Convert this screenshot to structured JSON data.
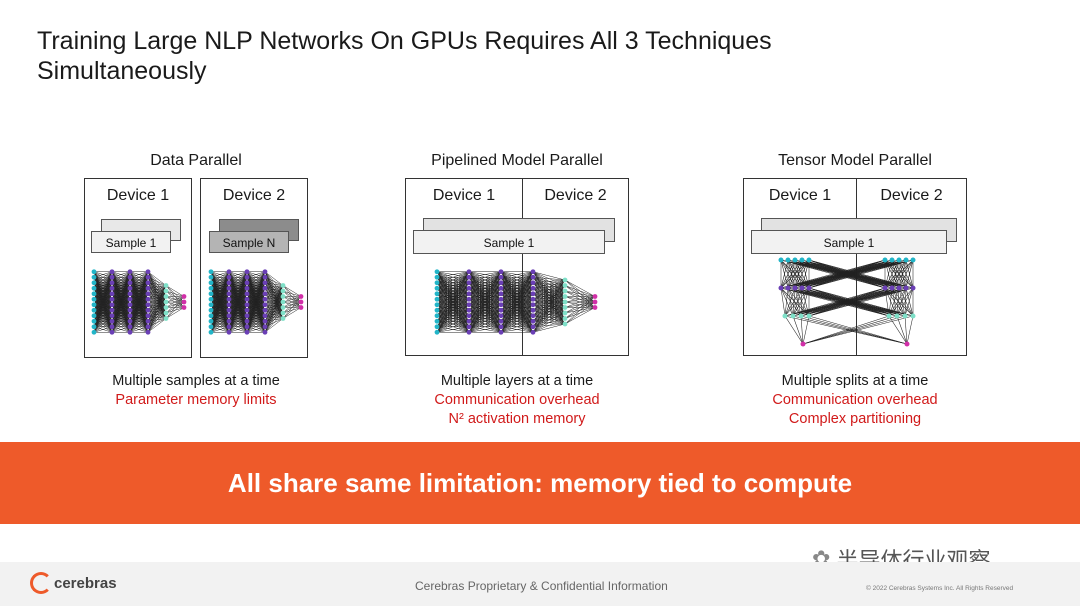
{
  "title": {
    "line1": "Training Large NLP Networks On GPUs Requires All 3 Techniques",
    "line2": "Simultaneously"
  },
  "panels": [
    {
      "title": "Data Parallel",
      "device_a": "Device 1",
      "device_b": "Device 2",
      "sample_a": "Sample 1",
      "sample_b": "Sample N",
      "caption": "Multiple samples at a time",
      "limits": [
        "Parameter memory limits"
      ]
    },
    {
      "title": "Pipelined Model Parallel",
      "device_a": "Device 1",
      "device_b": "Device 2",
      "sample": "Sample 1",
      "caption": "Multiple layers at a time",
      "limits": [
        "Communication overhead",
        "N² activation memory"
      ]
    },
    {
      "title": "Tensor Model Parallel",
      "device_a": "Device 1",
      "device_b": "Device 2",
      "sample": "Sample 1",
      "caption": "Multiple splits at a time",
      "limits": [
        "Communication overhead",
        "Complex partitioning"
      ]
    }
  ],
  "banner": "All share same limitation: memory tied to compute",
  "footer": {
    "logo": "cerebras",
    "confidential": "Cerebras Proprietary & Confidential Information",
    "copyright": "© 2022 Cerebras Systems Inc. All Rights Reserved"
  },
  "watermark": "半导体行业观察",
  "colors": {
    "accent": "#ee5a2a",
    "limit_text": "#d11a1a",
    "node_cyan": "#22b5c8",
    "node_purple": "#6a3fb5",
    "node_mint": "#7fe0c8",
    "node_magenta": "#d12fa8"
  }
}
